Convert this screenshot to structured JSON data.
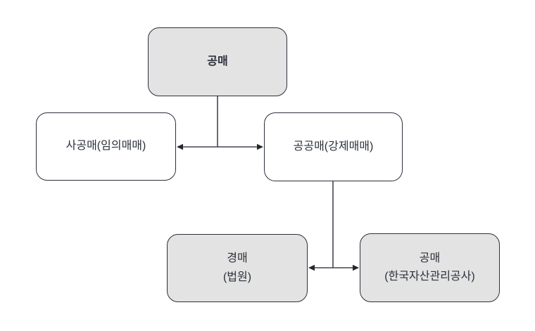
{
  "diagram": {
    "type": "flowchart",
    "background_color": "#ffffff",
    "node_fill_gray": "#e3e3e3",
    "node_fill_white": "#ffffff",
    "node_border_color": "#2b303a",
    "connector_color": "#41464f",
    "arrowhead_color": "#23272e",
    "text_color": "#2b303a",
    "nodes": {
      "root": {
        "label": "공매",
        "fill": "gray",
        "emphasis": "bold"
      },
      "private_sale": {
        "label": "사공매(임의매매)",
        "fill": "white",
        "emphasis": "regular"
      },
      "public_sale": {
        "label": "공공매(강제매매)",
        "fill": "white",
        "emphasis": "regular"
      },
      "auction_court": {
        "label": "경매\n(법원)",
        "fill": "gray",
        "emphasis": "regular"
      },
      "public_auction_kamco": {
        "label": "공매\n(한국자산관리공사)",
        "fill": "gray",
        "emphasis": "regular"
      }
    },
    "edges": [
      {
        "from": "root",
        "to": [
          "private_sale",
          "public_sale"
        ],
        "style": "tee-with-double-headed-arrow"
      },
      {
        "from": "public_sale",
        "to": [
          "auction_court",
          "public_auction_kamco"
        ],
        "style": "tee-with-double-headed-arrow"
      }
    ]
  }
}
